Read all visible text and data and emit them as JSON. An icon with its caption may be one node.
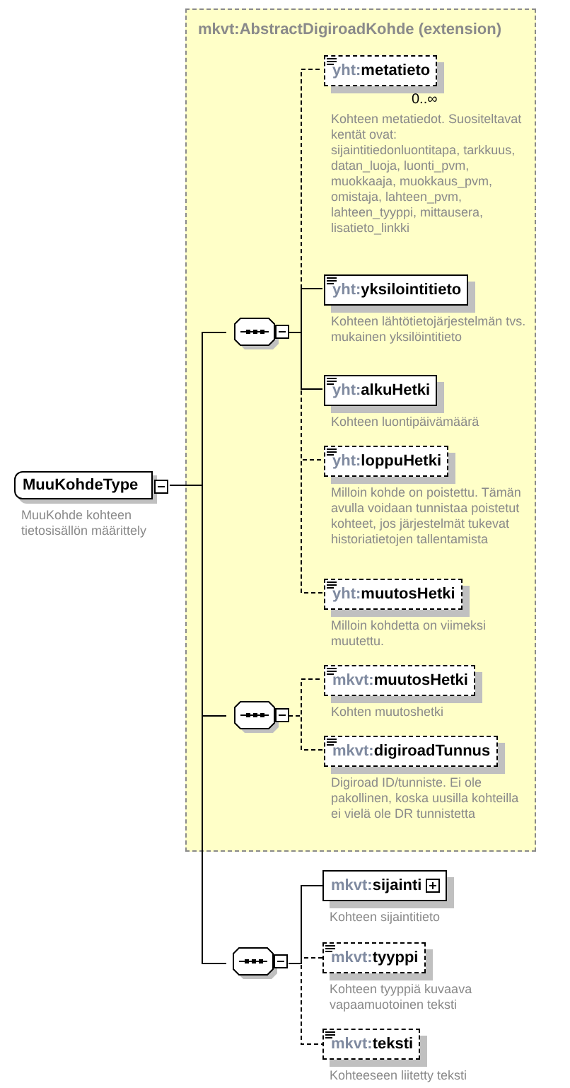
{
  "diagram": {
    "nodes": [
      {
        "text": [
          "MuuKohdeType"
        ],
        "beside": [
          "MuuKohde kohteen tietosisällön määrittely"
        ]
      },
      {
        "text": [
          "mkvt:AbstractDigiroadKohde (extension)"
        ]
      },
      {
        "text": [],
        "shape": "octagon",
        "in": 1
      },
      {
        "text": [
          "yht:metatieto"
        ],
        "in": 1,
        "beside": [
          "0..∞",
          "Kohteen metatiedot. Suositeltavat kentät ovat: sijaintitiedonluontitapa, tarkkuus, datan_luoja, luonti_pvm, muokkaaja, muokkaus_pvm, omistaja, lahteen_pvm, lahteen_tyyppi, mittausera, lisatieto_linkki"
        ]
      },
      {
        "text": [
          "yht:yksilointitieto"
        ],
        "in": 1,
        "beside": [
          "Kohteen lähtötietojärjestelmän tvs. mukainen yksilöintitieto"
        ]
      },
      {
        "text": [
          "yht:alkuHetki"
        ],
        "in": 1,
        "beside": [
          "Kohteen luontipäivämäärä"
        ]
      },
      {
        "text": [
          "yht:loppuHetki"
        ],
        "in": 1,
        "beside": [
          "Milloin kohde on poistettu. Tämän avulla voidaan tunnistaa poistetut kohteet, jos järjestelmät tukevat historiatietojen tallentamista"
        ]
      },
      {
        "text": [
          "yht:muutosHetki"
        ],
        "in": 1,
        "beside": [
          "Milloin kohdetta on viimeksi muutettu."
        ]
      },
      {
        "text": [],
        "shape": "octagon",
        "in": 1
      },
      {
        "text": [
          "mkvt:muutosHetki"
        ],
        "in": 1,
        "beside": [
          "Kohten muutoshetki"
        ]
      },
      {
        "text": [
          "mkvt:digiroadTunnus"
        ],
        "in": 1,
        "beside": [
          "Digiroad ID/tunniste. Ei ole pakollinen, koska uusilla kohteilla ei vielä ole DR tunnistetta"
        ]
      },
      {
        "text": [],
        "shape": "octagon"
      },
      {
        "text": [
          "mkvt:sijainti"
        ],
        "beside": [
          "Kohteen sijaintitieto"
        ]
      },
      {
        "text": [
          "mkvt:tyyppi"
        ],
        "beside": [
          "Kohteen tyyppiä kuvaava vapaamuotoinen teksti"
        ]
      },
      {
        "text": [
          "mkvt:teksti"
        ],
        "beside": [
          "Kohteeseen liitetty teksti"
        ]
      }
    ],
    "edges": [
      {
        "from": 0,
        "to": 2,
        "arrow": "none"
      },
      {
        "from": 0,
        "to": 8,
        "arrow": "none"
      },
      {
        "from": 0,
        "to": 11,
        "arrow": "none"
      },
      {
        "from": 2,
        "to": 3,
        "arrow": "none",
        "style": "dashed"
      },
      {
        "from": 2,
        "to": 4,
        "arrow": "none"
      },
      {
        "from": 2,
        "to": 5,
        "arrow": "none"
      },
      {
        "from": 2,
        "to": 6,
        "arrow": "none",
        "style": "dashed"
      },
      {
        "from": 2,
        "to": 7,
        "arrow": "none",
        "style": "dashed"
      },
      {
        "from": 8,
        "to": 9,
        "arrow": "none",
        "style": "dashed"
      },
      {
        "from": 8,
        "to": 10,
        "arrow": "none",
        "style": "dashed"
      },
      {
        "from": 11,
        "to": 12,
        "arrow": "none"
      },
      {
        "from": 11,
        "to": 13,
        "arrow": "none",
        "style": "dashed"
      },
      {
        "from": 11,
        "to": 14,
        "arrow": "none",
        "style": "dashed"
      }
    ]
  }
}
